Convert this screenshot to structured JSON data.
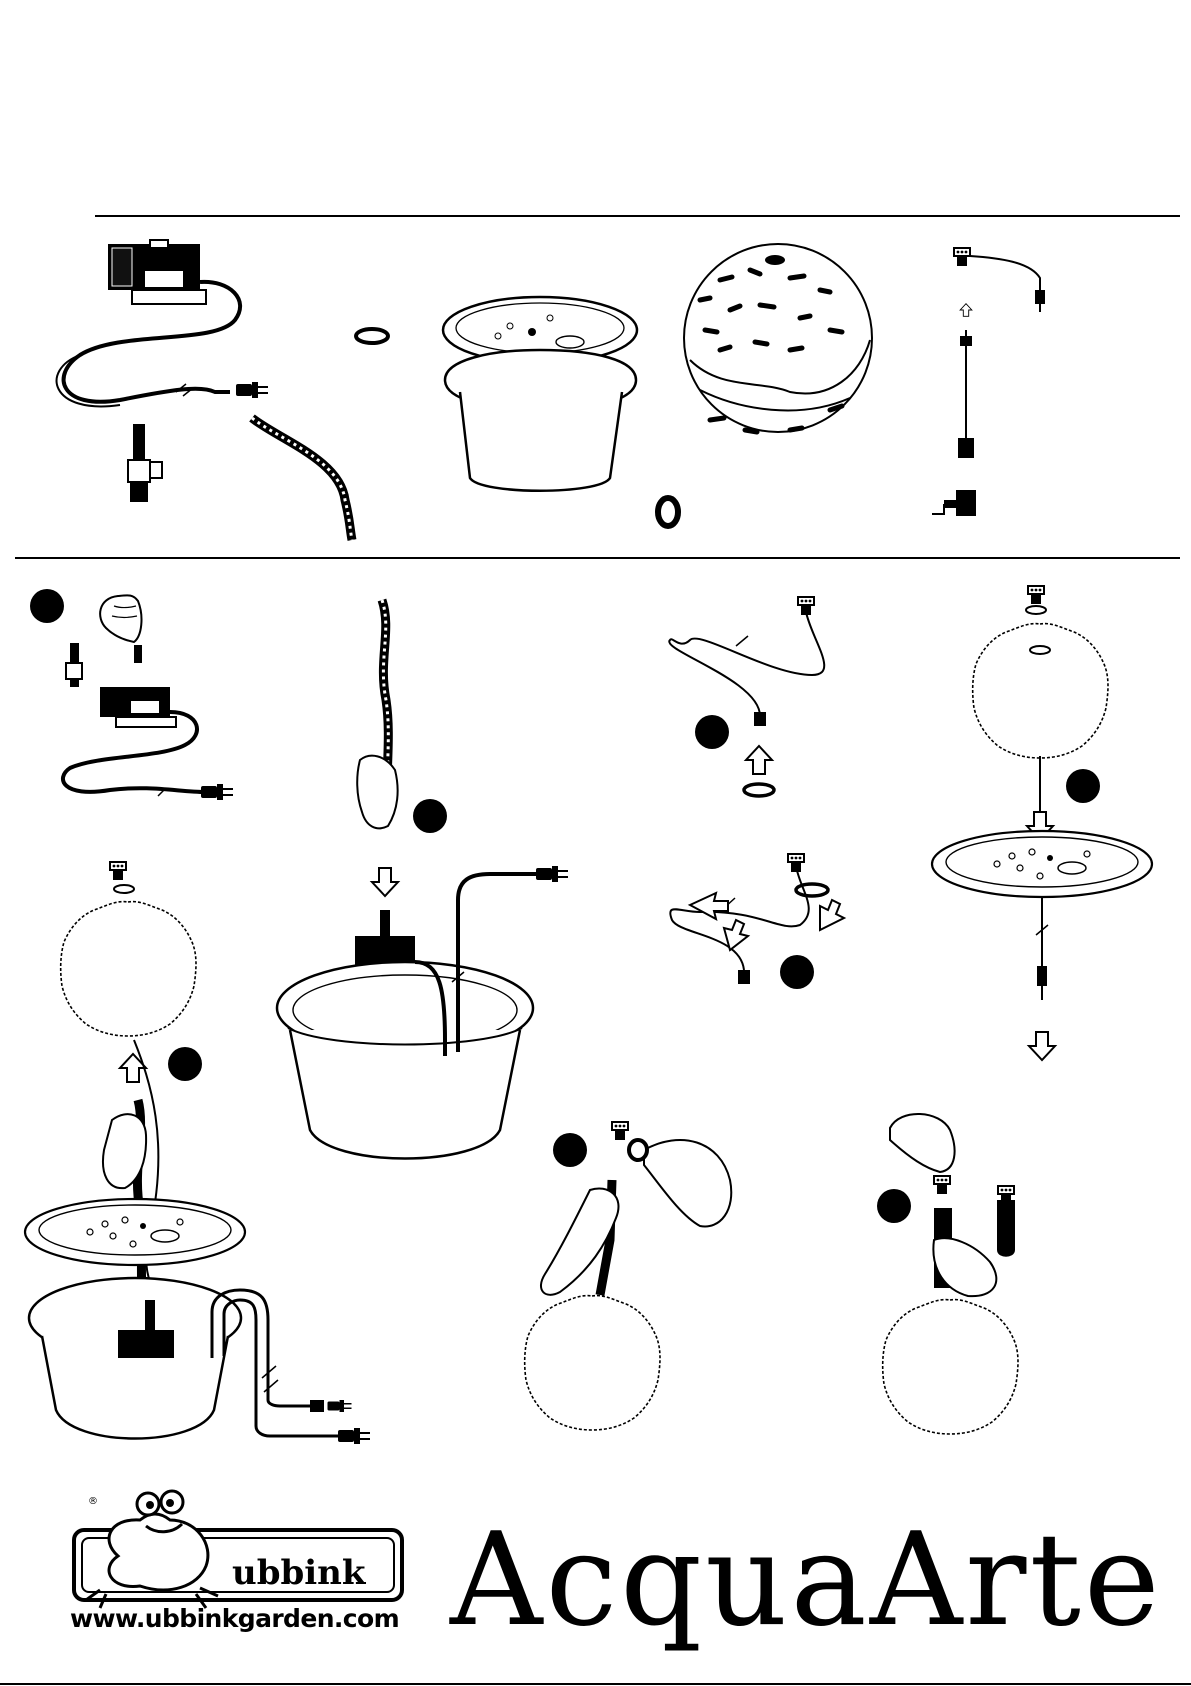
{
  "logo": {
    "reg_mark": "®",
    "wordmark": "ubbink",
    "website": "www.ubbinkgarden.com"
  },
  "product": {
    "name": "AcquaArte"
  },
  "parts": [
    {
      "name": "pump-with-cable-and-plug"
    },
    {
      "name": "hose-adapter"
    },
    {
      "name": "hose"
    },
    {
      "name": "flat-washer"
    },
    {
      "name": "reservoir-with-lid"
    },
    {
      "name": "stone-sphere"
    },
    {
      "name": "rubber-ring"
    },
    {
      "name": "led-light-with-cable"
    },
    {
      "name": "transformer"
    }
  ],
  "steps": [
    {
      "badge_label": ""
    },
    {
      "badge_label": ""
    },
    {
      "badge_label": ""
    },
    {
      "badge_label": ""
    },
    {
      "badge_label": ""
    },
    {
      "badge_label": ""
    },
    {
      "badge_label": ""
    },
    {
      "badge_label": ""
    }
  ]
}
